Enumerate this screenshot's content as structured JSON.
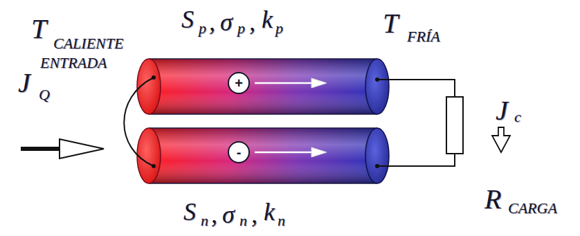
{
  "diagram": {
    "nodes": [
      {
        "text": [
          "+"
        ]
      },
      {
        "text": [
          "-"
        ]
      }
    ],
    "labels": [
      "T",
      "CALIENTE",
      "S",
      "p",
      ",",
      "σ",
      "p",
      ",",
      "k",
      "p",
      "T",
      "FRÍA",
      "J",
      "Q",
      "ENTRADA",
      "J",
      "c",
      "R",
      "CARGA",
      "S",
      "n",
      ",",
      "σ",
      "n",
      ",",
      "k",
      "n"
    ]
  }
}
